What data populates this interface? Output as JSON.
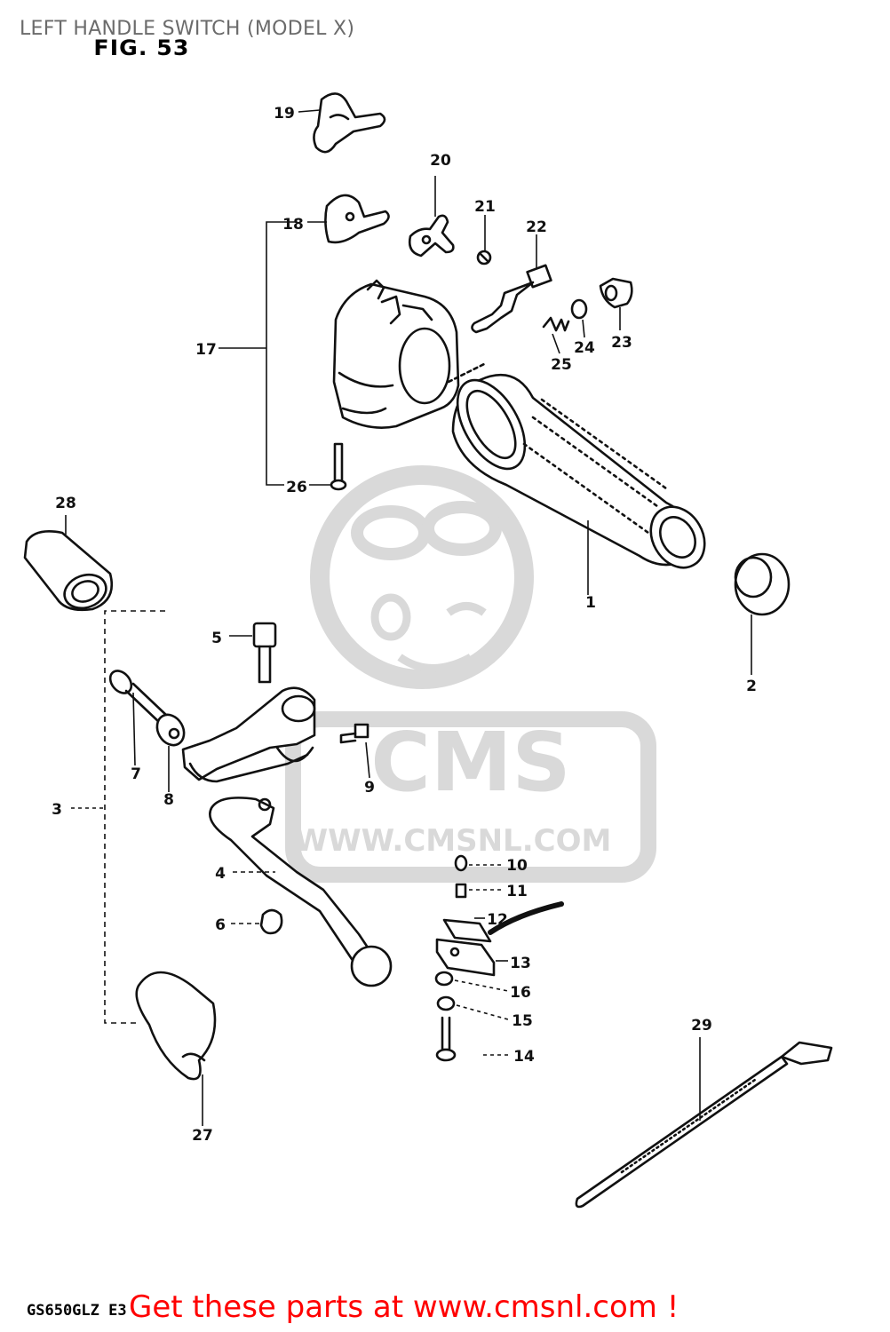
{
  "header": {
    "title": "LEFT HANDLE SWITCH (MODEL X)",
    "figure_label": "FIG. 53"
  },
  "watermark": {
    "brand": "CMS",
    "url": "WWW.CMSNL.COM",
    "color": "#d9d9d9"
  },
  "callouts": {
    "p1": "1",
    "p2": "2",
    "p3": "3",
    "p4": "4",
    "p5": "5",
    "p6": "6",
    "p7": "7",
    "p8": "8",
    "p9": "9",
    "p10": "10",
    "p11": "11",
    "p12": "12",
    "p13": "13",
    "p14": "14",
    "p15": "15",
    "p16": "16",
    "p17": "17",
    "p18": "18",
    "p19": "19",
    "p20": "20",
    "p21": "21",
    "p22": "22",
    "p23": "23",
    "p24": "24",
    "p25": "25",
    "p26": "26",
    "p27": "27",
    "p28": "28",
    "p29": "29"
  },
  "footer": {
    "model_code": "GS650GLZ E3",
    "promo": "Get these parts at www.cmsnl.com !",
    "promo_color": "#ff0000"
  }
}
